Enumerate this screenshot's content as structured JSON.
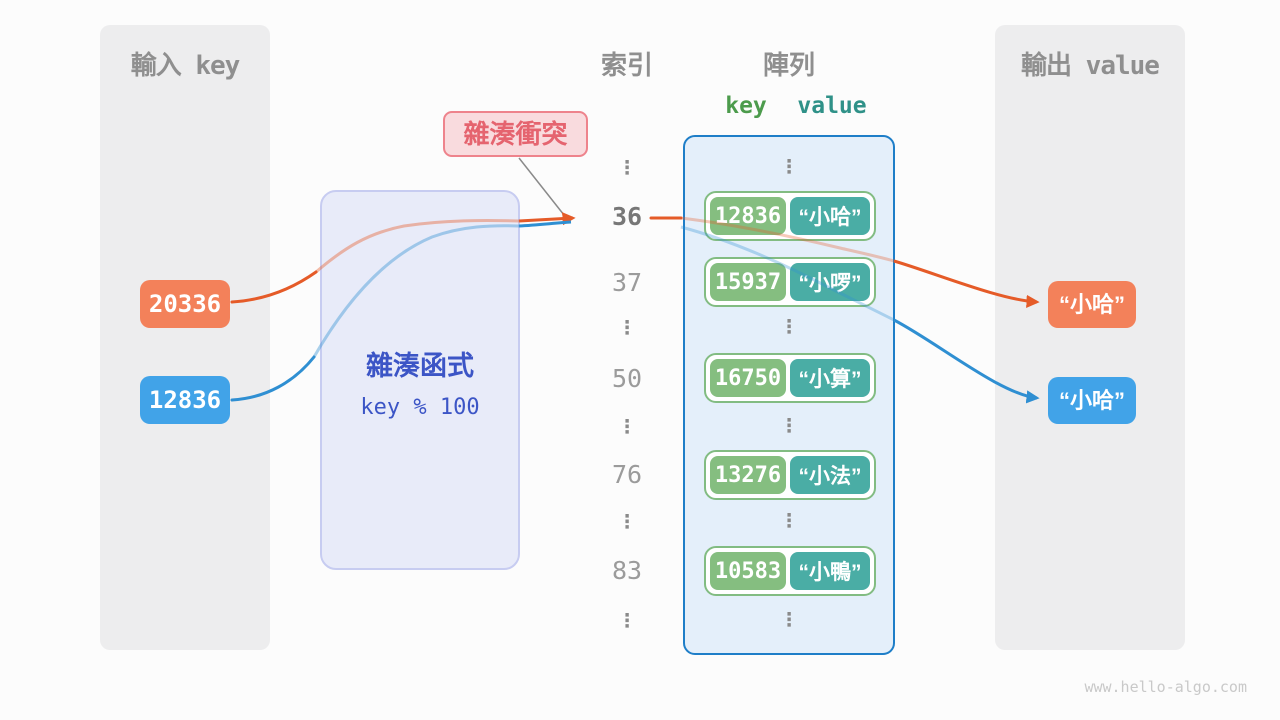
{
  "page": {
    "watermark": "www.hello-algo.com"
  },
  "colors": {
    "input_key_1": "#f3815a",
    "input_key_2": "#41a3e8",
    "arrow_orange": "#e55b28",
    "arrow_blue": "#2f8fd2",
    "array_border": "#1e7ec8",
    "key_cell": "#85be80",
    "value_cell": "#4aada5",
    "hash_text": "#3c55c6",
    "badge_text": "#e5646f"
  },
  "input_panel": {
    "title": "輸入 key",
    "items": [
      {
        "value": "20336"
      },
      {
        "value": "12836"
      }
    ]
  },
  "hash_box": {
    "title": "雜湊函式",
    "formula": "key % 100"
  },
  "collision_badge": {
    "label": "雜湊衝突"
  },
  "index_column": {
    "title": "索引",
    "items": [
      "⋮",
      "36",
      "37",
      "⋮",
      "50",
      "⋮",
      "76",
      "⋮",
      "83",
      "⋮"
    ]
  },
  "array": {
    "title": "陣列",
    "key_header": "key",
    "value_header": "value",
    "ellipsis": "⋮",
    "rows": [
      {
        "key": "12836",
        "value": "“小哈”"
      },
      {
        "key": "15937",
        "value": "“小啰”"
      },
      {
        "key": "16750",
        "value": "“小算”"
      },
      {
        "key": "13276",
        "value": "“小法”"
      },
      {
        "key": "10583",
        "value": "“小鴨”"
      }
    ]
  },
  "output_panel": {
    "title": "輸出 value",
    "items": [
      {
        "value": "“小哈”"
      },
      {
        "value": "“小哈”"
      }
    ]
  }
}
